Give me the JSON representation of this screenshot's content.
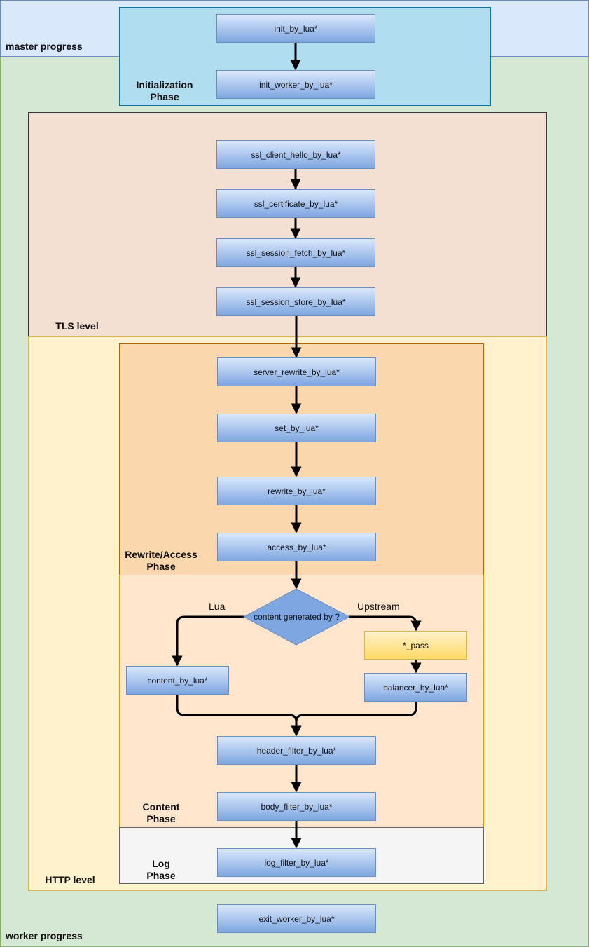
{
  "regions": {
    "master": {
      "label": "master progress",
      "fill": "#dae8fc",
      "stroke": "#6c8ebf"
    },
    "worker": {
      "label": "worker progress",
      "fill": "#d5e8d4",
      "stroke": "#82b366"
    },
    "init_phase": {
      "label": "Initialization\nPhase",
      "fill": "#b1ddf0",
      "stroke": "#10739e"
    },
    "tls": {
      "label": "TLS level",
      "fill": "#f4e0d3",
      "stroke": "#36393d"
    },
    "http": {
      "label": "HTTP level",
      "fill": "#fff2cc",
      "stroke": "#d6b656"
    },
    "rewrite_phase": {
      "label": "Rewrite/Access\nPhase",
      "fill": "#fad7ac",
      "stroke": "#b46504"
    },
    "content_phase": {
      "label": "Content\nPhase",
      "fill": "#ffe6cc",
      "stroke": "#d79b00"
    },
    "log_phase": {
      "label": "Log\nPhase",
      "fill": "#f5f5f5",
      "stroke": "#666666"
    }
  },
  "nodes": {
    "init_by_lua": "init_by_lua*",
    "init_worker_by_lua": "init_worker_by_lua*",
    "ssl_client_hello_by_lua": "ssl_client_hello_by_lua*",
    "ssl_certificate_by_lua": "ssl_certificate_by_lua*",
    "ssl_session_fetch_by_lua": "ssl_session_fetch_by_lua*",
    "ssl_session_store_by_lua": "ssl_session_store_by_lua*",
    "server_rewrite_by_lua": "server_rewrite_by_lua*",
    "set_by_lua": "set_by_lua*",
    "rewrite_by_lua": "rewrite_by_lua*",
    "access_by_lua": "access_by_lua*",
    "decision": "content generated by ?",
    "content_by_lua": "content_by_lua*",
    "pass": "*_pass",
    "balancer_by_lua": "balancer_by_lua*",
    "header_filter_by_lua": "header_filter_by_lua*",
    "body_filter_by_lua": "body_filter_by_lua*",
    "log_filter_by_lua": "log_filter_by_lua*",
    "exit_worker_by_lua": "exit_worker_by_lua*"
  },
  "edge_labels": {
    "lua": "Lua",
    "upstream": "Upstream"
  },
  "colors": {
    "node_stroke": "#6c8ebf",
    "node_fill_top": "#dae8fc",
    "node_fill_bottom": "#7ea6e0",
    "arrow": "#000000"
  }
}
